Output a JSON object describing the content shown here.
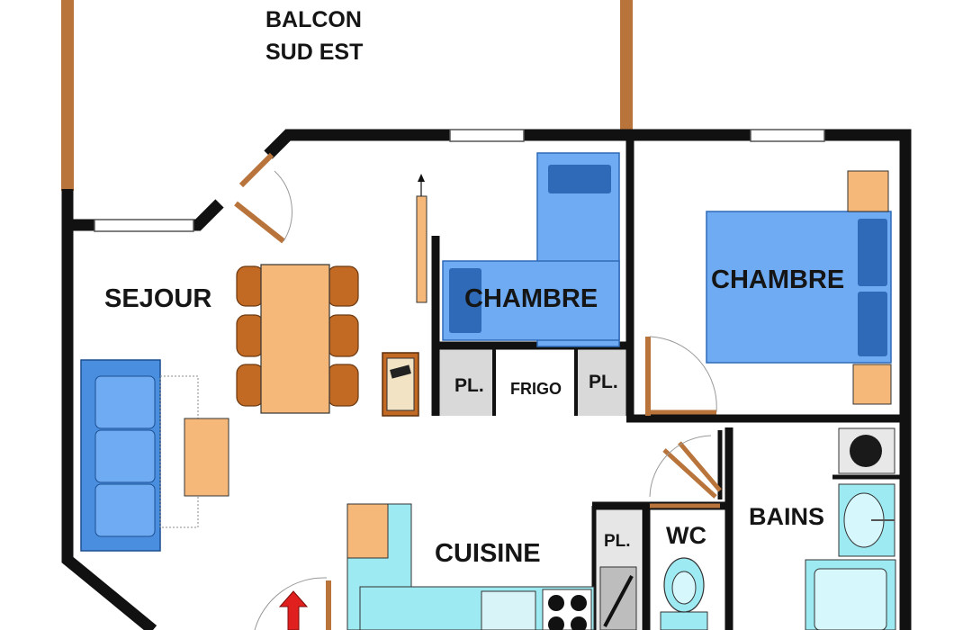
{
  "labels": {
    "balcon": "BALCON\nSUD EST",
    "sejour": "SEJOUR",
    "chambre_1": "CHAMBRE",
    "chambre_2": "CHAMBRE",
    "bains": "BAINS",
    "cuisine": "CUISINE",
    "wc": "WC",
    "placard_1": "PL.",
    "placard_2": "PL.",
    "placard_3": "PL.",
    "frigo": "FRIGO"
  },
  "colors": {
    "wall": "#111111",
    "bed_blue": "#6eabf2",
    "pillow_blue": "#2e6ab8",
    "furniture_wood": "#f5b878",
    "chair_brown": "#c26a24",
    "sofa_blue": "#4a8ee0",
    "kitchen_cyan": "#9eeaf2",
    "balcony_rail": "#b8743a",
    "closet_gray": "#d8d8d8",
    "entrance_arrow": "#e0201f"
  },
  "icons": {
    "entrance": "red-up-arrow-icon",
    "door": "door-swing-icon",
    "tv": "tv-icon",
    "washing_machine": "washing-machine-icon"
  }
}
